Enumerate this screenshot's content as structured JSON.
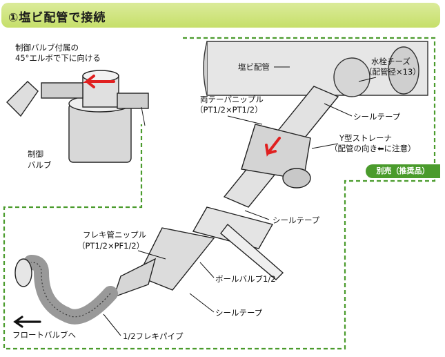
{
  "header": {
    "title": "①塩ビ配管で接続"
  },
  "labels": {
    "control_valve_note_1": "制御バルブ付属の",
    "control_valve_note_2": "45°エルボで下に向ける",
    "control_valve_1": "制御",
    "control_valve_2": "バルブ",
    "pvc_pipe": "塩ビ配管",
    "faucet_tee_1": "水栓チーズ",
    "faucet_tee_2": "（配管径×13）",
    "double_nipple_1": "両テーパニップル",
    "double_nipple_2": "（PT1/2×PT1/2）",
    "seal_tape_1": "シールテープ",
    "y_strainer_1": "Y型ストレーナ",
    "y_strainer_2": "（配管の向き⬅に注意）",
    "sold_separately": "別売（推奨品）",
    "seal_tape_2": "シールテープ",
    "flex_nipple_1": "フレキ管ニップル",
    "flex_nipple_2": "（PT1/2×PF1/2）",
    "ball_valve": "ボールバルブ1/2",
    "seal_tape_3": "シールテープ",
    "to_float_valve": "フロートバルブへ",
    "flex_pipe": "1/2フレキパイプ"
  },
  "colors": {
    "accent_green": "#4a9b2c",
    "arrow_red": "#e02020",
    "header_band": "#c6df6a"
  }
}
